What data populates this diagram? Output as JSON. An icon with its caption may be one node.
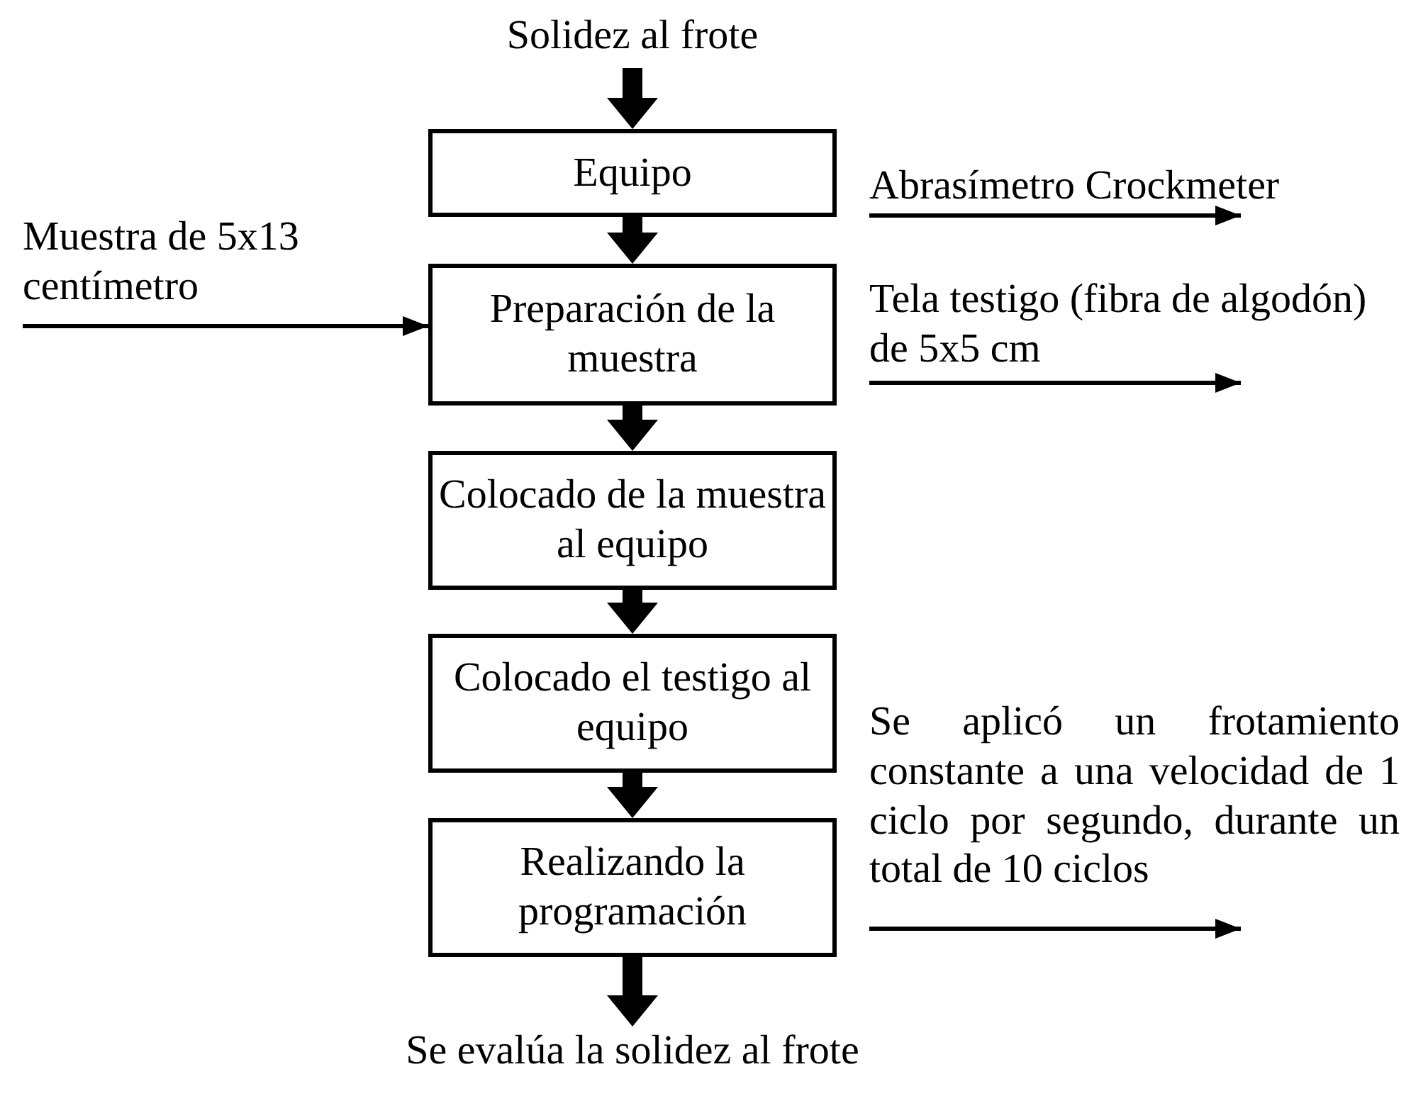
{
  "diagram": {
    "nodes": [
      {
        "text": [
          "Solidez al frote"
        ]
      },
      {
        "text": [
          "Equipo"
        ]
      },
      {
        "text": [
          "Preparación de la muestra"
        ]
      },
      {
        "text": [
          "Colocado de la muestra al equipo"
        ]
      },
      {
        "text": [
          "Colocado el testigo al equipo"
        ]
      },
      {
        "text": [
          "Realizando la programación"
        ]
      },
      {
        "text": [
          "Se evalúa la solidez al frote"
        ]
      },
      {
        "text": [
          "Muestra de 5x13 centímetro"
        ]
      }
    ],
    "edges": [
      {
        "from": 0,
        "to": 1,
        "arrow": "to"
      },
      {
        "from": 1,
        "to": 2,
        "arrow": "to"
      },
      {
        "from": 2,
        "to": 3,
        "arrow": "to"
      },
      {
        "from": 3,
        "to": 4,
        "arrow": "to"
      },
      {
        "from": 4,
        "to": 5,
        "arrow": "to"
      },
      {
        "from": 5,
        "to": 6,
        "arrow": "to"
      },
      {
        "from": 7,
        "to": 2,
        "arrow": "to"
      }
    ],
    "labels": [
      "Abrasímetro Crockmeter",
      "Tela testigo (fibra de algodón) de 5x5 cm",
      "Se aplicó un frotamiento constante a una velocidad de 1 ciclo por segundo, durante un total de 10 ciclos"
    ]
  }
}
